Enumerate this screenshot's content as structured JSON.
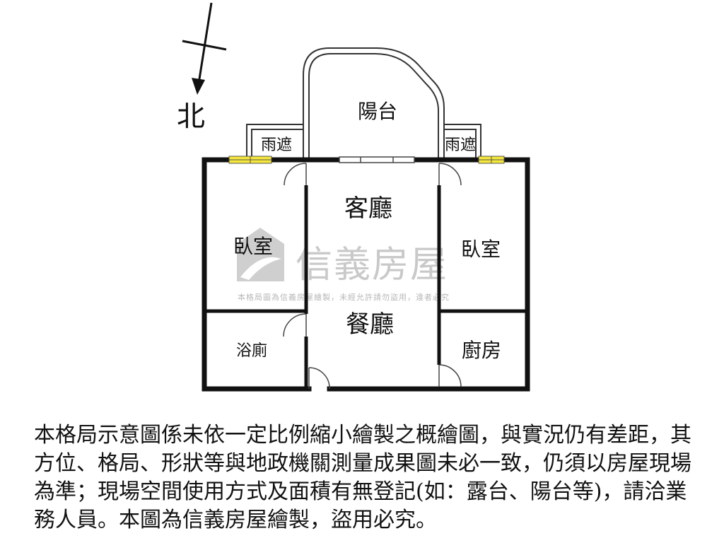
{
  "compass": {
    "label": "北"
  },
  "rooms": {
    "balcony": "陽台",
    "canopy_left": "雨遮",
    "canopy_right": "雨遮",
    "living_room": "客廳",
    "bedroom_left": "臥室",
    "bedroom_right": "臥室",
    "dining_room": "餐廳",
    "bathroom": "浴廁",
    "kitchen": "廚房"
  },
  "watermark": {
    "brand": "信義房屋",
    "notice": "本格局圖為信義房屋繪製，未經允許請勿盜用，違者必究"
  },
  "disclaimer": "本格局示意圖係未依一定比例縮小繪製之概繪圖，與實況仍有差距，其方位、格局、形狀等與地政機關測量成果圖未必一致，仍須以房屋現場為準；現場空間使用方式及面積有無登記(如：露台、陽台等)，請洽業務人員。本圖為信義房屋繪製，盜用必究。"
}
